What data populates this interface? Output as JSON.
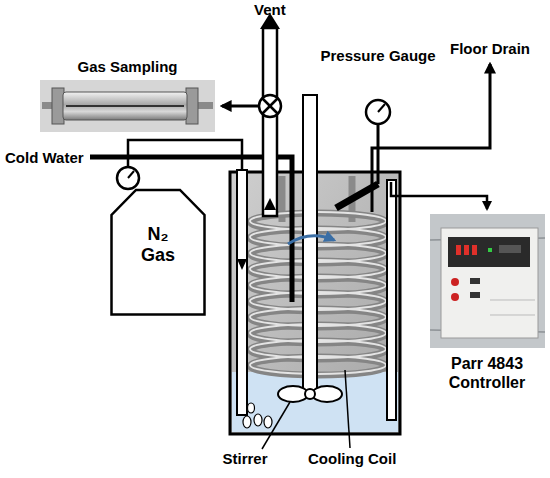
{
  "diagram": {
    "nodes": [
      {
        "text": [
          "Gas Sampling"
        ]
      },
      {
        "text": [
          "N₂ Gas"
        ]
      },
      {
        "text": [
          "Parr 4843 Controller"
        ]
      }
    ],
    "labels": [
      "Vent",
      "Pressure Gauge",
      "Floor Drain",
      "Cold Water",
      "Stirrer",
      "Cooling Coil"
    ]
  }
}
